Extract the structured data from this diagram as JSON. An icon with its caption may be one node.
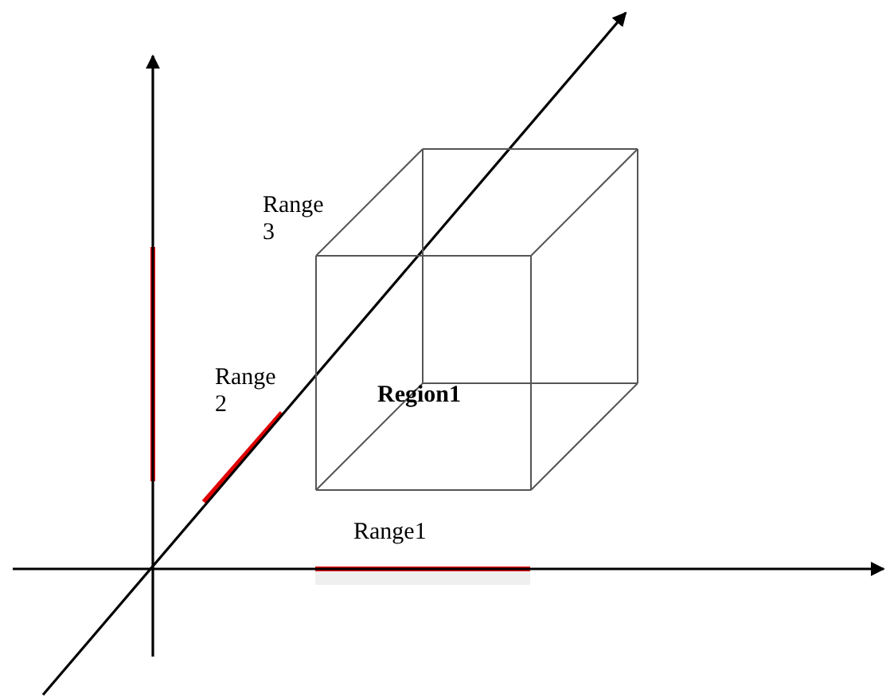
{
  "diagram": {
    "nodes": [
      {
        "text": [
          "Region1"
        ]
      }
    ],
    "labels": [
      "Range 3",
      "Range 2",
      "Range1"
    ]
  }
}
